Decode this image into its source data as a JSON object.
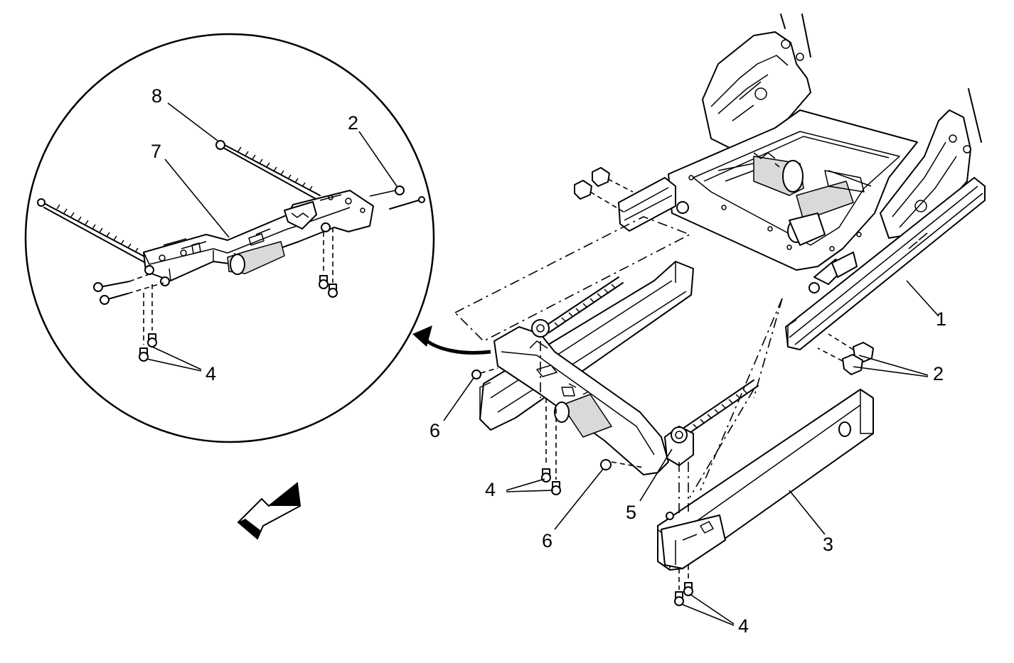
{
  "callouts": {
    "c8": "8",
    "c7": "7",
    "c2_detail": "2",
    "c4_detail": "4",
    "c1": "1",
    "c2_main": "2",
    "c3": "3",
    "c4_mid": "4",
    "c4_bottom": "4",
    "c5": "5",
    "c6_left": "6",
    "c6_mid": "6"
  },
  "icons": {
    "front_arrow": "vehicle-front-direction-arrow",
    "detail_arrow": "curved-detail-arrow"
  }
}
